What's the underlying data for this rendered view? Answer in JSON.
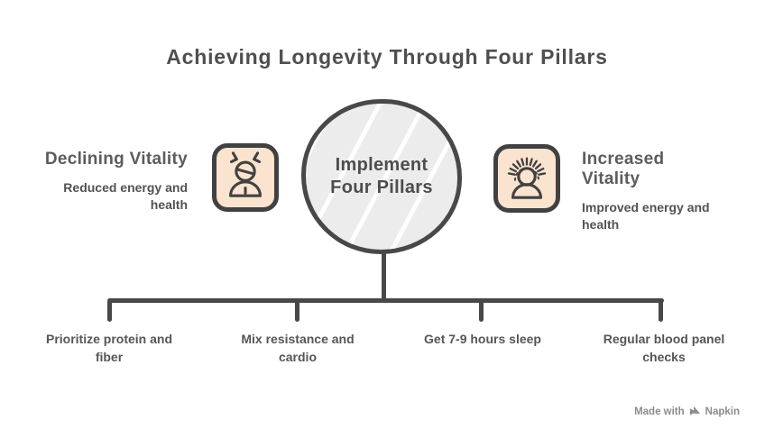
{
  "title": "Achieving Longevity Through Four Pillars",
  "center": {
    "label": "Implement Four Pillars"
  },
  "left_node": {
    "heading": "Declining Vitality",
    "description": "Reduced energy and health",
    "icon": "stressed-person-icon"
  },
  "right_node": {
    "heading": "Increased Vitality",
    "description": "Improved energy and health",
    "icon": "radiant-person-icon"
  },
  "pillars": [
    {
      "label": "Prioritize protein and fiber"
    },
    {
      "label": "Mix resistance and cardio"
    },
    {
      "label": "Get 7-9 hours sleep"
    },
    {
      "label": "Regular blood panel checks"
    }
  ],
  "watermark": {
    "prefix": "Made with",
    "brand": "Napkin",
    "icon": "napkin-logo-icon"
  },
  "colors": {
    "line": "#484848",
    "peach": "#fbe4cf",
    "title": "#4f4f4f",
    "heading": "#5c5c5c",
    "body": "#525252",
    "circle_fill": "#ececec",
    "watermark": "#8c8c8c",
    "bg": "#ffffff"
  }
}
